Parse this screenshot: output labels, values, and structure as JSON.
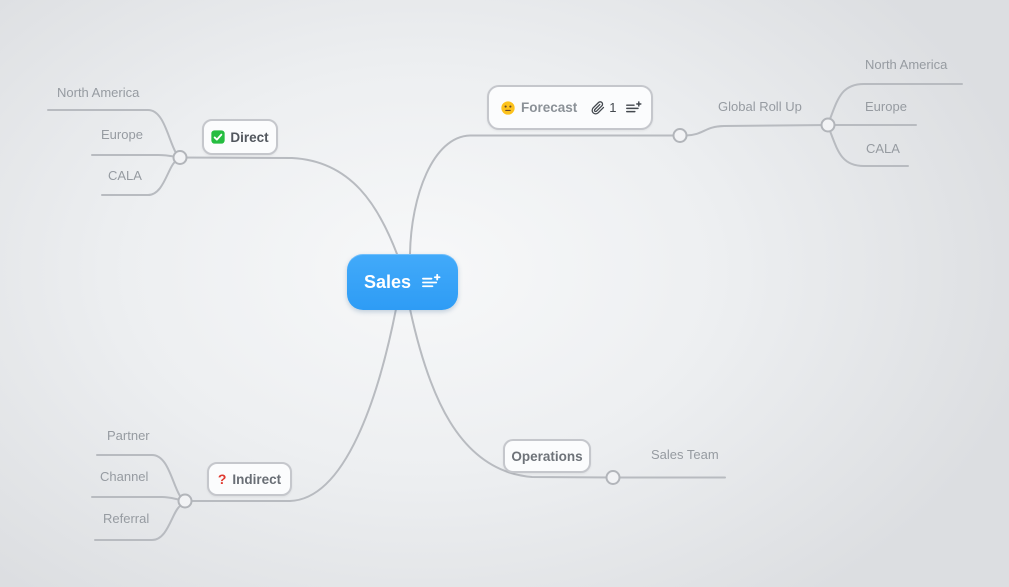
{
  "canvas": {
    "background_center": "#f6f7f8",
    "background_edge": "#dbdde0",
    "connector_color": "#b8bbc0",
    "toggle_fill": "#f2f3f5",
    "toggle_stroke": "#b2b5ba"
  },
  "root": {
    "label": "Sales",
    "fill_color": "#36a3f8",
    "text_color": "#ffffff",
    "icon": "add-note-icon"
  },
  "branches": {
    "forecast": {
      "label": "Forecast",
      "emoji": "neutral-face",
      "attachment_count": "1",
      "icons": [
        "paperclip-icon",
        "add-note-icon"
      ],
      "child": "Global Roll Up",
      "grandchildren": [
        "North America",
        "Europe",
        "CALA"
      ]
    },
    "direct": {
      "label": "Direct",
      "emoji": "check-mark-button",
      "children": [
        "North America",
        "Europe",
        "CALA"
      ]
    },
    "indirect": {
      "label": "Indirect",
      "marker": "?",
      "marker_color": "#e03a30",
      "children": [
        "Partner",
        "Channel",
        "Referral"
      ]
    },
    "operations": {
      "label": "Operations",
      "children": [
        "Sales Team"
      ]
    }
  }
}
